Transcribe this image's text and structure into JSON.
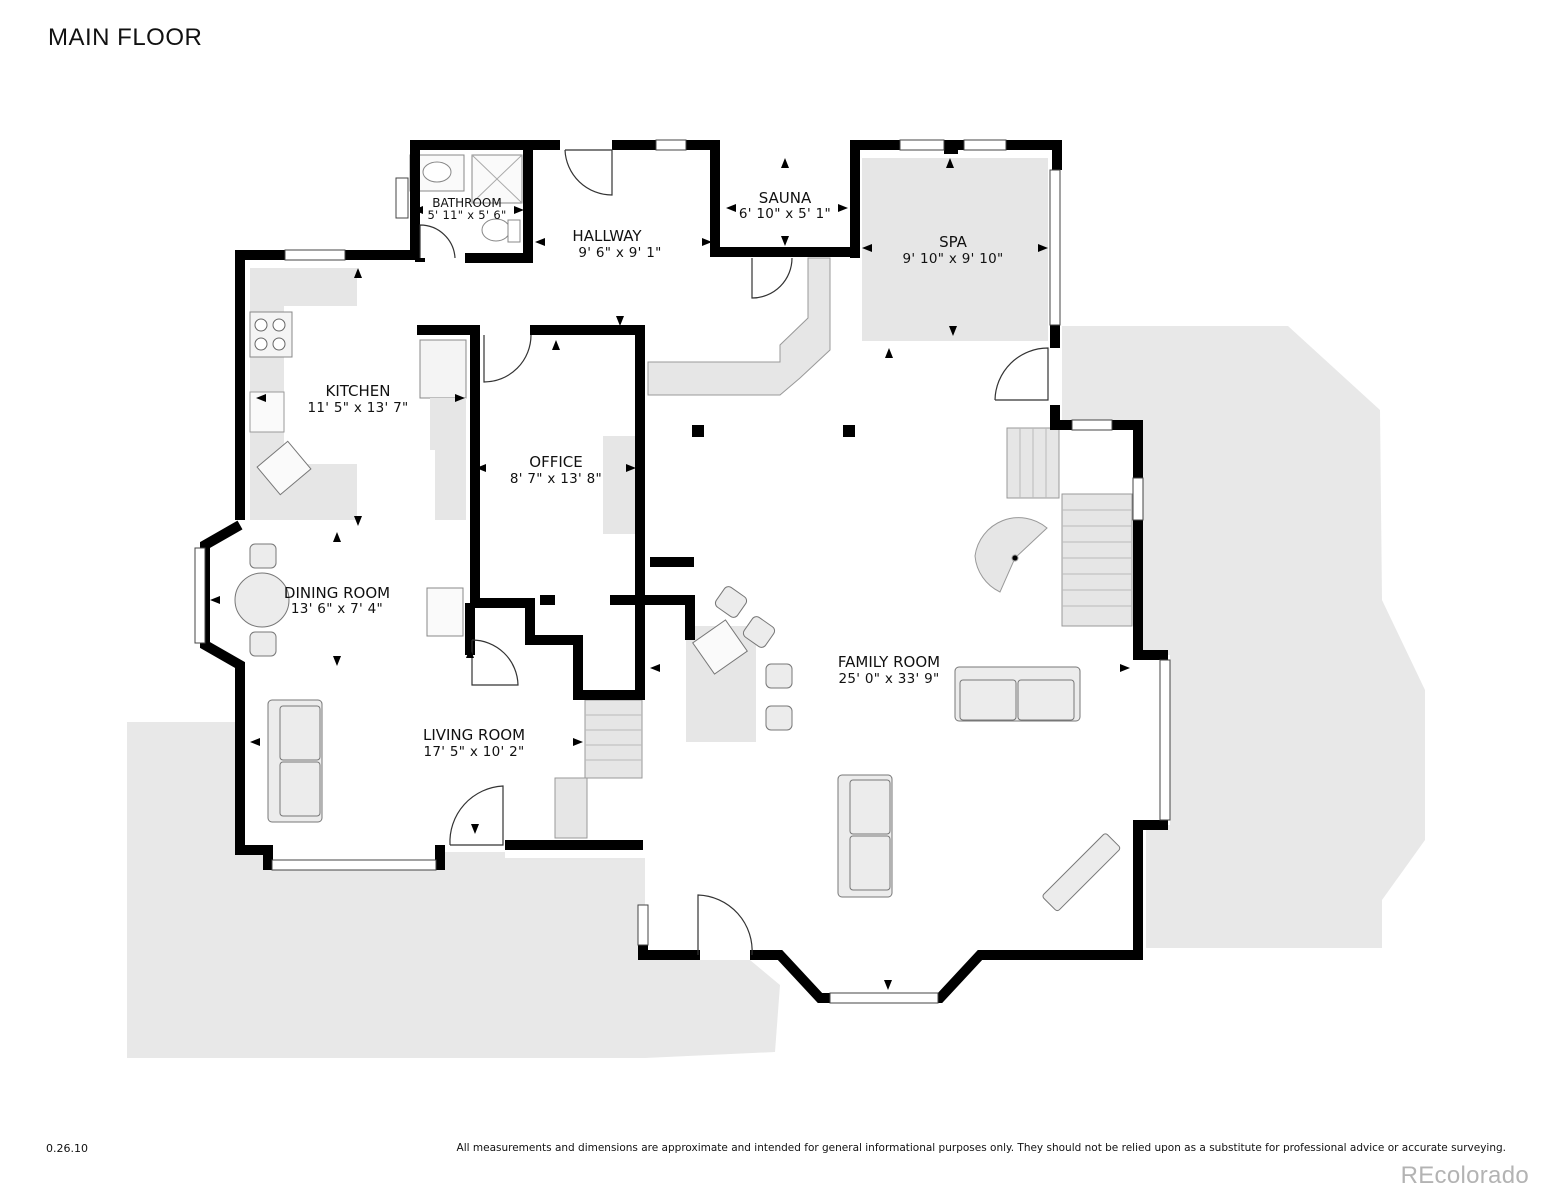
{
  "floor_title": "MAIN FLOOR",
  "rooms": [
    {
      "id": "bathroom",
      "name": "BATHROOM",
      "dims": "5' 11\" x 5' 6\""
    },
    {
      "id": "hallway",
      "name": "HALLWAY",
      "dims": "9' 6\" x 9' 1\""
    },
    {
      "id": "sauna",
      "name": "SAUNA",
      "dims": "6' 10\" x 5' 1\""
    },
    {
      "id": "spa",
      "name": "SPA",
      "dims": "9' 10\" x 9' 10\""
    },
    {
      "id": "kitchen",
      "name": "KITCHEN",
      "dims": "11' 5\" x 13' 7\""
    },
    {
      "id": "office",
      "name": "OFFICE",
      "dims": "8' 7\" x 13' 8\""
    },
    {
      "id": "dining",
      "name": "DINING ROOM",
      "dims": "13' 6\" x 7' 4\""
    },
    {
      "id": "living",
      "name": "LIVING ROOM",
      "dims": "17' 5\" x 10' 2\""
    },
    {
      "id": "family",
      "name": "FAMILY ROOM",
      "dims": "25' 0\" x 33' 9\""
    }
  ],
  "footer": {
    "version": "0.26.10",
    "disclaimer": "All measurements and dimensions are approximate and intended for general informational purposes only. They should not be relied upon as a substitute for professional advice or accurate surveying.",
    "watermark": "REcolorado"
  },
  "colors": {
    "wall": "#000000",
    "fixture": "#e6e6e6",
    "deck": "#e8e8e8",
    "window": "#ffffff"
  }
}
